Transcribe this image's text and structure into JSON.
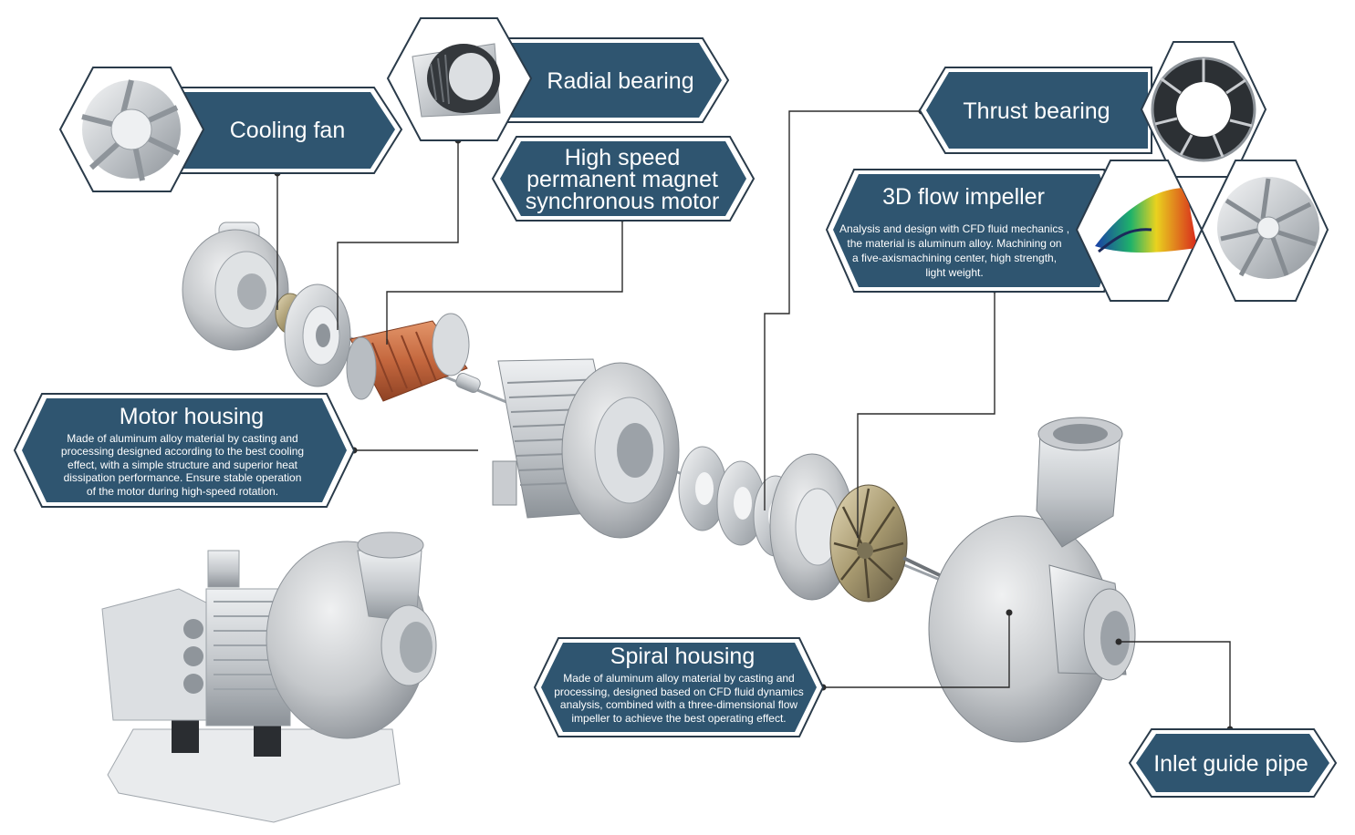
{
  "labels": {
    "cooling_fan": "Cooling fan",
    "radial_bearing": "Radial bearing",
    "hs_motor_line1": "High speed",
    "hs_motor_line2": "permanent magnet",
    "hs_motor_line3": "synchronous motor",
    "thrust_bearing": "Thrust bearing",
    "impeller_title": "3D flow impeller",
    "impeller_desc_1": "Analysis and design with CFD fluid mechanics ,",
    "impeller_desc_2": "the material is aluminum alloy. Machining on",
    "impeller_desc_3": "a five-axismachining center, high strength,",
    "impeller_desc_4": "light weight.",
    "motor_housing_title": "Motor housing",
    "motor_housing_desc_1": "Made of aluminum alloy material by casting and",
    "motor_housing_desc_2": "processing designed according to the best cooling",
    "motor_housing_desc_3": "effect, with a simple structure and superior heat",
    "motor_housing_desc_4": "dissipation performance. Ensure stable operation",
    "motor_housing_desc_5": "of the motor during high-speed rotation.",
    "spiral_title": "Spiral housing",
    "spiral_desc_1": "Made of aluminum alloy material by casting and",
    "spiral_desc_2": "processing, designed based on CFD fluid dynamics",
    "spiral_desc_3": "analysis, combined with a three-dimensional flow",
    "spiral_desc_4": "impeller to achieve the best operating effect.",
    "inlet_pipe": "Inlet guide pipe"
  },
  "colors": {
    "label_fill": "#2f5570",
    "frame_stroke": "#2a3b4a",
    "copper": "#c4673e",
    "metal": "#c9ccd0"
  }
}
